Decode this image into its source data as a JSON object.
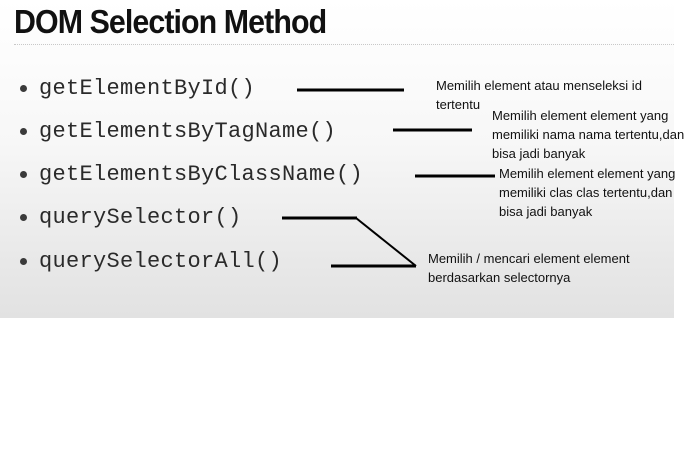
{
  "title": "DOM Selection Method",
  "methods": [
    "getElementById()",
    "getElementsByTagName()",
    "getElementsByClassName()",
    "querySelector()",
    "querySelectorAll()"
  ],
  "notes": {
    "getElementById": "Memilih element atau menseleksi id tertentu",
    "getElementsByTagName": "Memilih element element yang memiliki nama nama tertentu,dan bisa jadi banyak",
    "getElementsByClassName": "Memilih element element yang memiliki clas clas tertentu,dan bisa jadi banyak",
    "querySelector_and_All": "Memilih / mencari element element berdasarkan selectornya"
  },
  "colors": {
    "text": "#111111",
    "method_text": "#2a2a2a",
    "connector": "#000000",
    "slide_background_bottom": "#e2e2e2"
  }
}
